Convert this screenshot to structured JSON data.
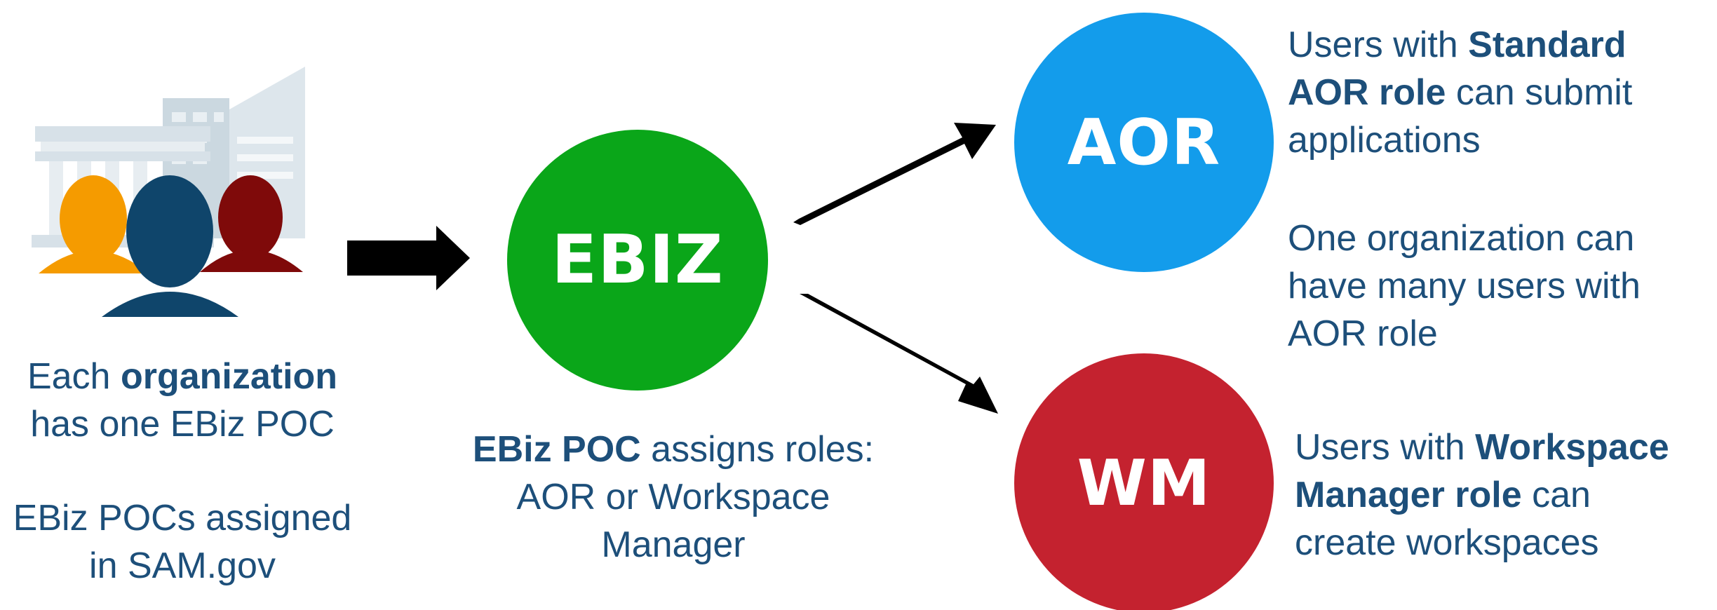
{
  "org_caption": {
    "line1_prefix": "Each ",
    "line1_bold": "organization",
    "line2": "has one EBiz POC",
    "line3": "EBiz POCs assigned",
    "line4": "in SAM.gov"
  },
  "ebiz_circle": {
    "label": "EBIZ",
    "color": "#0aa619"
  },
  "ebiz_caption": {
    "bold": "EBiz POC",
    "line1_rest": " assigns roles:",
    "line2": "AOR or Workspace",
    "line3": "Manager"
  },
  "aor_circle": {
    "label": "AOR",
    "color": "#139ceb"
  },
  "aor_caption": {
    "line1_prefix": "Users with ",
    "line1_bold": "Standard",
    "line2_bold": "AOR role",
    "line2_rest": " can submit",
    "line3": "applications",
    "line4": "One organization can",
    "line5": "have many users with",
    "line6": "AOR role"
  },
  "wm_circle": {
    "label": "WM",
    "color": "#c4222f"
  },
  "wm_caption": {
    "line1_prefix": "Users with ",
    "line1_bold": "Workspace",
    "line2_bold": "Manager role",
    "line2_rest": " can",
    "line3": "create workspaces"
  },
  "icons": [
    "organization-people-icon",
    "building-icon",
    "arrow-right-icon",
    "arrow-up-right-icon",
    "arrow-down-right-icon"
  ],
  "colors": {
    "text": "#1d4f7a",
    "person_orange": "#f59b00",
    "person_navy": "#0f456b",
    "person_red": "#7f0a0a",
    "arrow": "#000000"
  }
}
